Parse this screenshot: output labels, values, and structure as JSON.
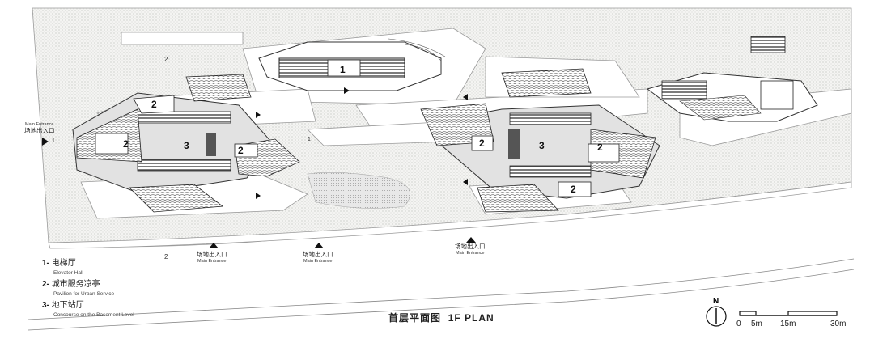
{
  "legend": [
    {
      "num": "1-",
      "cn": "电梯厅",
      "en": "Elevator Hall"
    },
    {
      "num": "2-",
      "cn": "城市服务凉亭",
      "en": "Pavilion for Urban Service"
    },
    {
      "num": "3-",
      "cn": "地下站厅",
      "en": "Concourse on the Basement Level"
    }
  ],
  "entrance": {
    "cn": "场地出入口",
    "en": "Main Entrance"
  },
  "title": {
    "cn": "首层平面图",
    "en": "1F PLAN"
  },
  "north": "N",
  "scale": [
    "0",
    "5m",
    "15m",
    "30m"
  ],
  "marks": {
    "one": "1",
    "two": "2",
    "three": "3"
  },
  "section_marks": {
    "one": "1",
    "two": "2"
  }
}
